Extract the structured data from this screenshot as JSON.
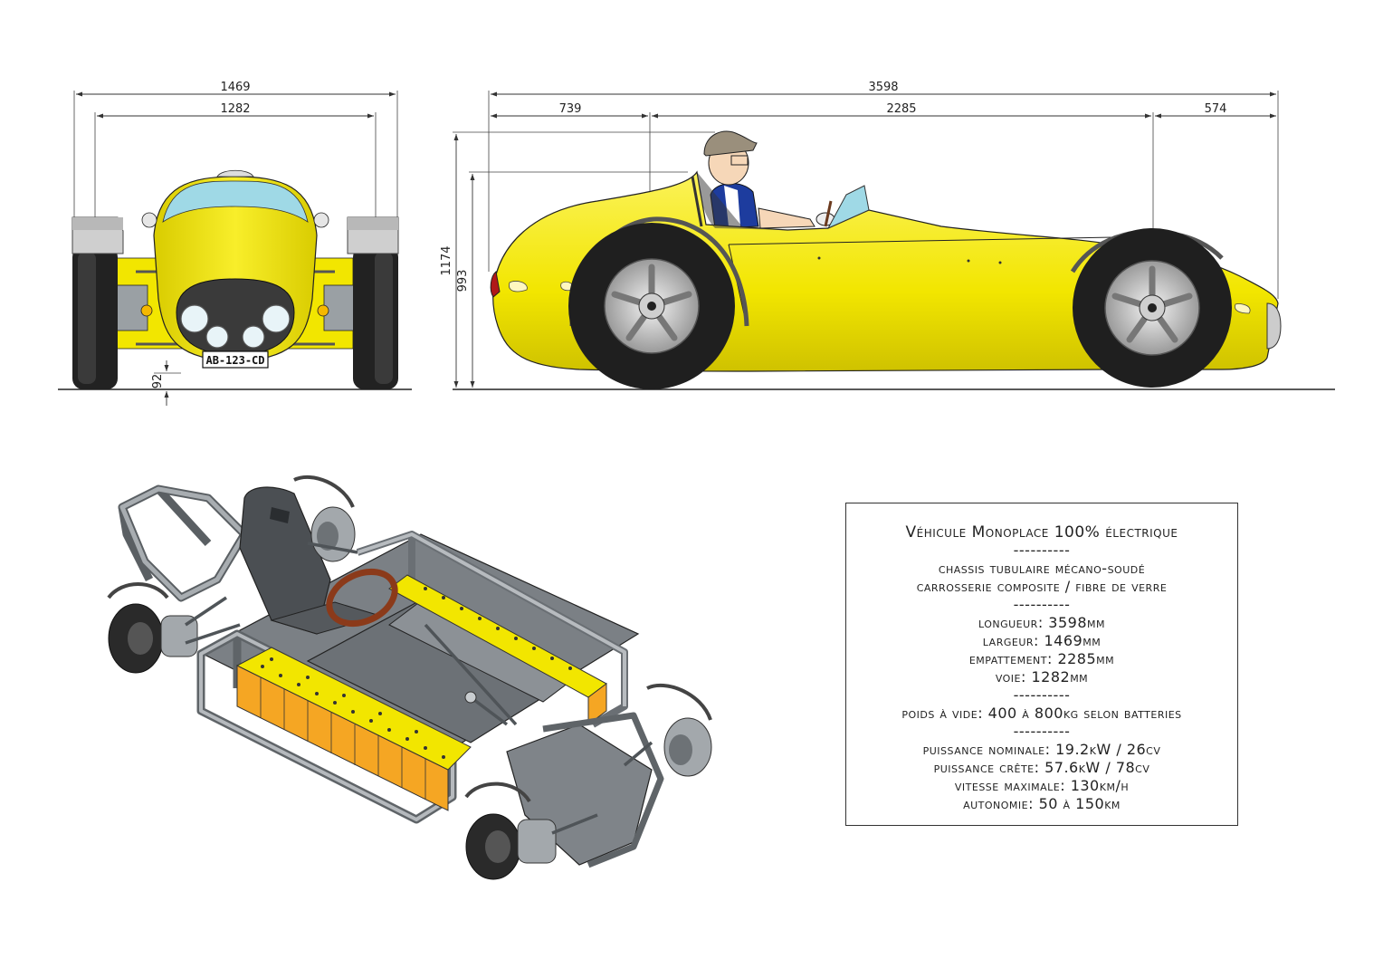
{
  "front_view": {
    "dim_overall_width": "1469",
    "dim_track": "1282",
    "dim_ground_clearance": "92",
    "plate": "AB-123-CD"
  },
  "side_view": {
    "dim_length": "3598",
    "dim_front_overhang": "739",
    "dim_wheelbase": "2285",
    "dim_rear_overhang": "574",
    "dim_height": "1174",
    "dim_body_height": "993"
  },
  "specs": {
    "title": "Véhicule Monoplace 100% électrique",
    "sep": "----------",
    "chassis": "chassis tubulaire mécano-soudé",
    "body": "carrosserie composite / fibre de verre",
    "length": "longueur: 3598mm",
    "width": "largeur: 1469mm",
    "wheelbase": "empattement: 2285mm",
    "track": "voie: 1282mm",
    "weight": "poids à vide: 400 à 800kg selon batteries",
    "power_nominal": "puissance nominale: 19.2kW / 26cv",
    "power_peak": "puissance crête: 57.6kW / 78cv",
    "top_speed": "vitesse maximale: 130km/h",
    "range": "autonomie: 50 à 150km"
  },
  "colors": {
    "body_yellow": "#f2e600",
    "battery_orange": "#f5a623",
    "frame_grey": "#8a8f94",
    "tire_black": "#222222",
    "windshield_cyan": "#9fd9e6"
  }
}
